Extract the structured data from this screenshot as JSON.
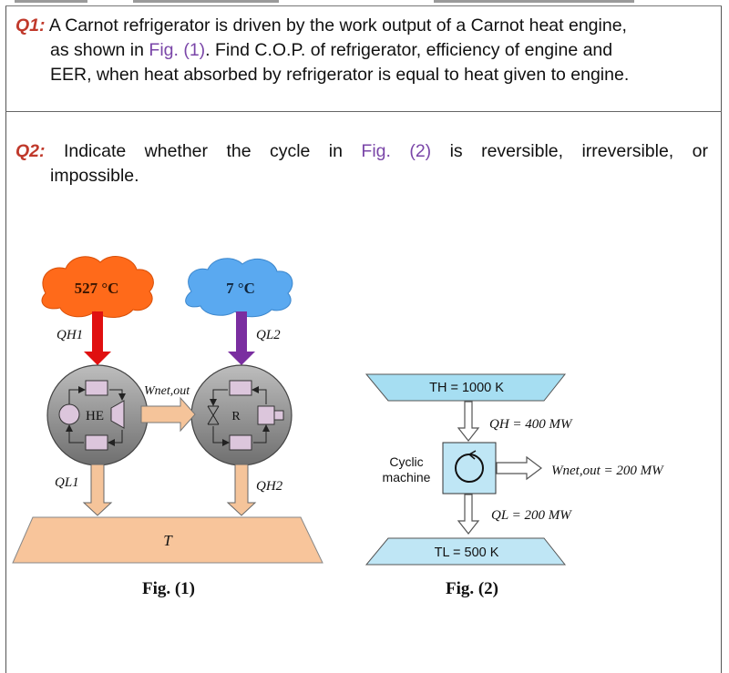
{
  "q1": {
    "label": "Q1:",
    "line1_a": "A Carnot refrigerator is driven by the work output of a Carnot heat engine,",
    "line2_a": "as shown in ",
    "line2_ref": "Fig. (1)",
    "line2_b": ". Find C.O.P. of refrigerator, efficiency of engine and",
    "line3": "EER, when heat absorbed by refrigerator is equal to heat given to engine."
  },
  "q2": {
    "label": "Q2:",
    "line1_a": "Indicate whether the cycle in ",
    "line1_ref": "Fig. (2)",
    "line1_b": " is reversible, irreversible, or",
    "line2": "impossible."
  },
  "fig1": {
    "hot_temp": "527 °C",
    "cold_temp": "7 °C",
    "qh1": "QH1",
    "ql2": "QL2",
    "ql1": "QL1",
    "qh2": "QH2",
    "w_net": "Wnet,out",
    "engine": "HE",
    "refrigerator": "R",
    "sink": "T",
    "caption": "Fig. (1)",
    "colors": {
      "hot": "#ff6a1a",
      "cold": "#5aa9f0",
      "qh1_arrow": "#e01010",
      "ql2_arrow": "#7a2ea0",
      "arrow": "#f5c49a",
      "sink": "#f8c59b",
      "device": "#8c8c8c"
    }
  },
  "fig2": {
    "th": "TH = 1000 K",
    "qh": "QH = 400 MW",
    "machine": "Cyclic machine",
    "wnet": "Wnet,out = 200 MW",
    "ql": "QL = 200 MW",
    "tl": "TL = 500 K",
    "caption": "Fig. (2)",
    "colors": {
      "reservoir": "#a6def2",
      "machine": "#bfe6f5"
    }
  }
}
